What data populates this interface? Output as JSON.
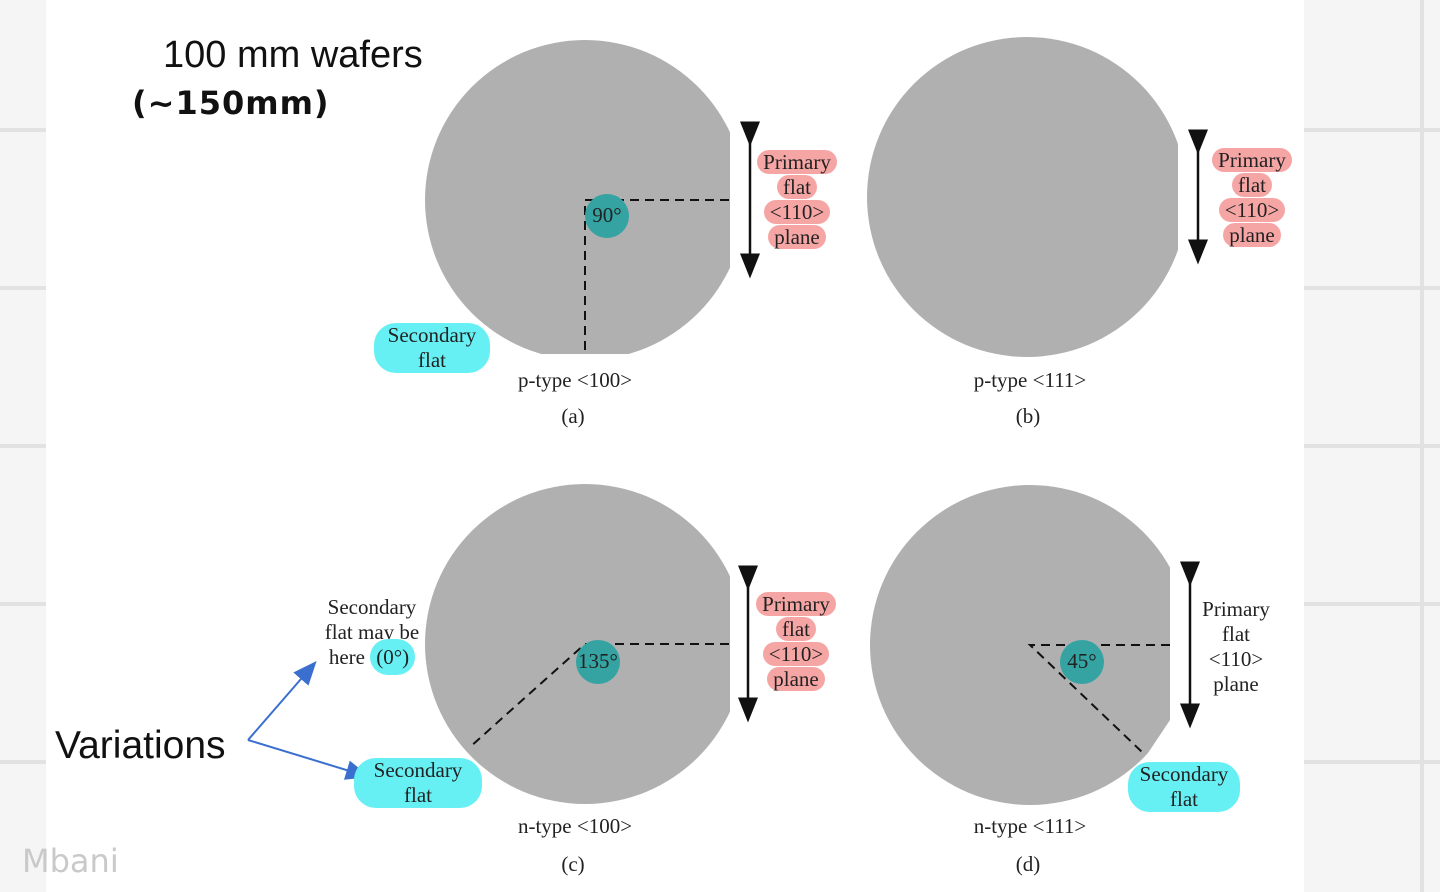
{
  "title": "100 mm wafers",
  "handwritten_note": "(~150mm)",
  "variations_label": "Variations",
  "watermark": "Mbani",
  "colors": {
    "wafer": "#b0b0b0",
    "primary_highlight": "#f6a5a5",
    "secondary_highlight": "#66f0f4",
    "angle_marker": "#36a3a3",
    "arrow": "#3a6fd0"
  },
  "wafers": [
    {
      "caption": "p-type <100>",
      "letter": "(a)",
      "angle": "90°",
      "primary": [
        "Primary",
        "flat",
        "<110>",
        "plane"
      ],
      "secondary": [
        "Secondary",
        "flat"
      ]
    },
    {
      "caption": "p-type <111>",
      "letter": "(b)",
      "primary": [
        "Primary",
        "flat",
        "<110>",
        "plane"
      ]
    },
    {
      "caption": "n-type <100>",
      "letter": "(c)",
      "angle": "135°",
      "primary": [
        "Primary",
        "flat",
        "<110>",
        "plane"
      ],
      "secondary": [
        "Secondary",
        "flat"
      ],
      "alt_secondary": [
        "Secondary",
        "flat may be",
        "here",
        "(0°)"
      ]
    },
    {
      "caption": "n-type <111>",
      "letter": "(d)",
      "angle": "45°",
      "primary": [
        "Primary",
        "flat",
        "<110>",
        "plane"
      ],
      "secondary": [
        "Secondary",
        "flat"
      ]
    }
  ]
}
